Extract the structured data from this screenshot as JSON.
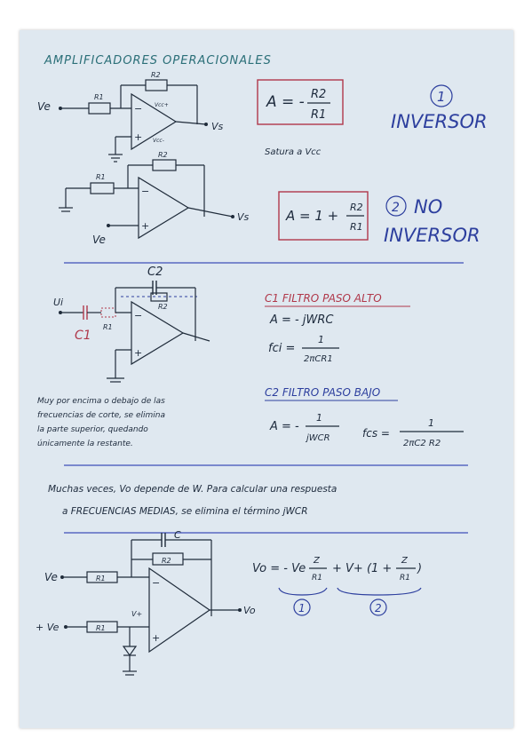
{
  "title": "AMPLIFICADORES OPERACIONALES",
  "inverter": {
    "label_in": "Ve",
    "label_r1": "R1",
    "label_r2": "R2",
    "label_vcc_pos": "Vcc+",
    "label_vcc_neg": "Vcc-",
    "label_out": "Vs",
    "formula_lhs": "A = -",
    "formula_num": "R2",
    "formula_den": "R1",
    "note": "Satura a Vcc",
    "number": "1",
    "name": "INVERSOR"
  },
  "non_inverter": {
    "label_r1": "R1",
    "label_r2": "R2",
    "label_out": "Vs",
    "label_in": "Ve",
    "formula_lhs": "A = 1 +",
    "formula_num": "R2",
    "formula_den": "R1",
    "number": "2",
    "name_line1": "NO",
    "name_line2": "INVERSOR"
  },
  "filters": {
    "label_in": "Ui",
    "label_c1": "C1",
    "label_c2": "C2",
    "label_r1": "R1",
    "label_r2": "R2",
    "high_pass_title": "C1 FILTRO PASO ALTO",
    "high_pass_gain": "A = - jWRC",
    "high_pass_fc_lhs": "fci =",
    "high_pass_fc_num": "1",
    "high_pass_fc_den": "2πCR1",
    "low_pass_title": "C2 FILTRO PASO BAJO",
    "low_pass_gain_lhs": "A = -",
    "low_pass_gain_num": "1",
    "low_pass_gain_den": "jWCR",
    "low_pass_fc_lhs": "fcs =",
    "low_pass_fc_num": "1",
    "low_pass_fc_den": "2πC2 R2",
    "note": [
      "Muy por encima o debajo de las",
      "frecuencias de corte, se elimina",
      "la parte superior, quedando",
      "únicamente la restante."
    ]
  },
  "mid_freq_note": [
    "Muchas veces, Vo depende de W. Para calcular una respuesta",
    "a FRECUENCIAS MEDIAS, se elimina el término jWCR"
  ],
  "final_circuit": {
    "label_c": "C",
    "label_z": "R2",
    "label_in1": "Ve",
    "label_r_top": "R1",
    "label_in2": "+ Ve",
    "label_r_bottom": "R1",
    "label_vplus": "V+",
    "label_out": "Vo",
    "formula_part1": "Vo = - Ve",
    "formula_frac1_num": "Z",
    "formula_frac1_den": "R1",
    "formula_part2": "+ V+ (1 +",
    "formula_frac2_num": "Z",
    "formula_frac2_den": "R1",
    "formula_close": ")",
    "marker1": "1",
    "marker2": "2"
  }
}
